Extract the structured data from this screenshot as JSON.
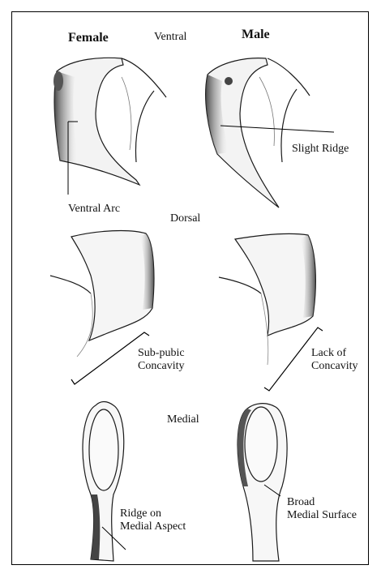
{
  "headers": {
    "female": "Female",
    "male": "Male"
  },
  "views": {
    "ventral": "Ventral",
    "dorsal": "Dorsal",
    "medial": "Medial"
  },
  "annotations": {
    "ventral_arc": "Ventral Arc",
    "slight_ridge": "Slight Ridge",
    "subpubic_line1": "Sub-pubic",
    "subpubic_line2": "Concavity",
    "lack_line1": "Lack of",
    "lack_line2": "Concavity",
    "ridge_line1": "Ridge on",
    "ridge_line2": "Medial Aspect",
    "broad_line1": "Broad",
    "broad_line2": "Medial Surface"
  },
  "colors": {
    "ink": "#1a1a1a",
    "shade": "#7a7a7a",
    "frame": "#000000",
    "background": "#ffffff"
  }
}
